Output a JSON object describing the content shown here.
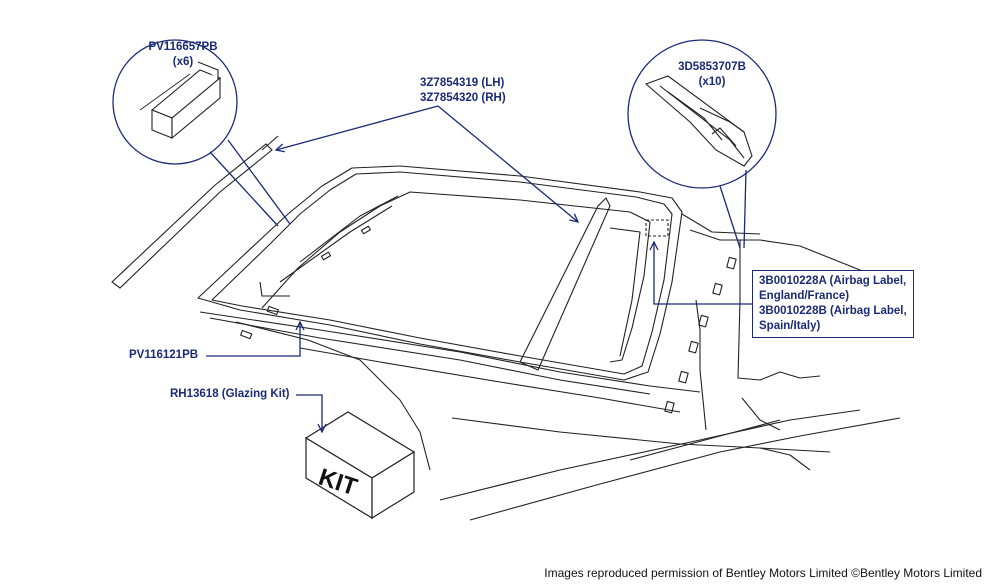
{
  "labels": {
    "clip_part": "PV116657PB",
    "clip_qty": "(x6)",
    "moulding_lh": "3Z7854319 (LH)",
    "moulding_rh": "3Z7854320 (RH)",
    "retainer_part": "3D5853707B",
    "retainer_qty": "(x10)",
    "airbag_label_a1": "3B0010228A (Airbag Label,",
    "airbag_label_a2": "England/France)",
    "airbag_label_b1": "3B0010228B (Airbag Label,",
    "airbag_label_b2": "Spain/Italy)",
    "lower_part": "PV116121PB",
    "glazing_kit": "RH13618 (Glazing Kit)",
    "kit_text": "KIT"
  },
  "credit": "Images reproduced permission of Bentley Motors Limited ©Bentley Motors Limited",
  "colors": {
    "callout": "#1a2a78",
    "line": "#222222"
  }
}
